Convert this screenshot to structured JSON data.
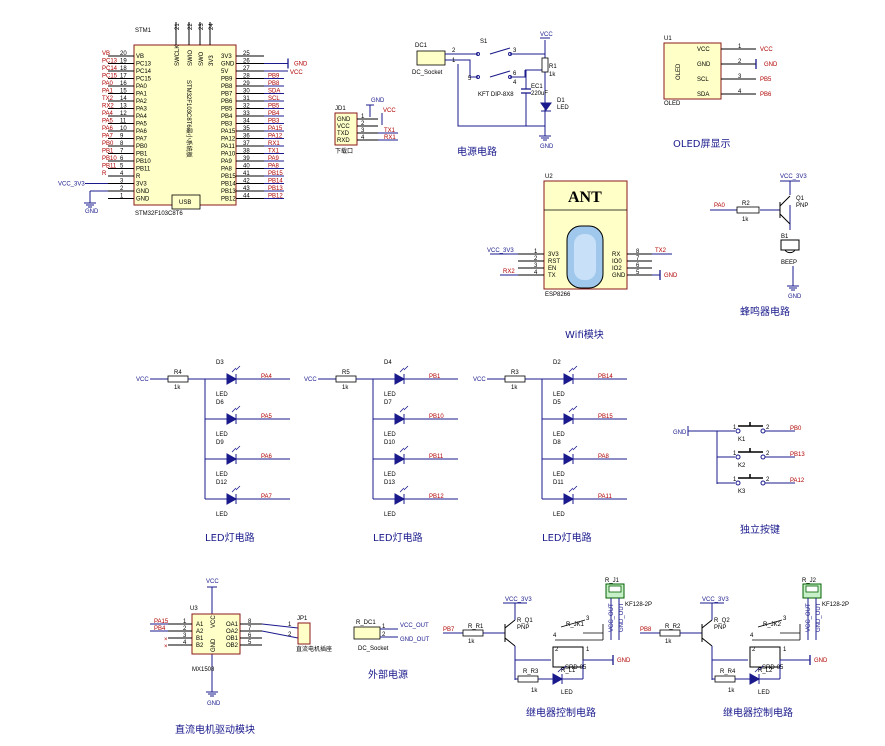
{
  "stm32": {
    "ref": "STM1",
    "part": "STM32F103C8T6",
    "usb": "USB",
    "side_text": "STM32F103C8T6最小系统板",
    "top_pins": [
      "SWCLK",
      "SWIO",
      "SWO",
      "3V3"
    ],
    "top_nums": [
      "21",
      "22",
      "23",
      "24"
    ],
    "left_pins": [
      "VB",
      "PC13",
      "PC14",
      "PC15",
      "PA0",
      "PA1",
      "PA2",
      "PA3",
      "PA4",
      "PA5",
      "PA6",
      "PA7",
      "PB0",
      "PB1",
      "PB10",
      "PB11",
      "R",
      "3V3",
      "GND",
      "GND"
    ],
    "left_nums": [
      "20",
      "19",
      "18",
      "17",
      "16",
      "15",
      "14",
      "13",
      "12",
      "11",
      "10",
      "9",
      "8",
      "7",
      "6",
      "5",
      "4",
      "3",
      "2",
      "1"
    ],
    "left_nets": [
      "VB",
      "PC13",
      "PC14",
      "PC15",
      "PA0",
      "PA1",
      "TX2",
      "RX2",
      "PA4",
      "PA5",
      "PA6",
      "PA7",
      "PB0",
      "PB1",
      "PB10",
      "PB11",
      "R",
      "VCC_3V3",
      "GND",
      ""
    ],
    "right_pins": [
      "3V3",
      "GND",
      "5V",
      "PB9",
      "PB8",
      "PB7",
      "PB6",
      "PB5",
      "PB4",
      "PB3",
      "PA15",
      "PA12",
      "PA11",
      "PA10",
      "PA9",
      "PA8",
      "PB15",
      "PB14",
      "PB13",
      "PB12"
    ],
    "right_nums": [
      "25",
      "26",
      "27",
      "28",
      "29",
      "30",
      "31",
      "32",
      "33",
      "34",
      "35",
      "36",
      "37",
      "38",
      "39",
      "40",
      "41",
      "42",
      "43",
      "44"
    ],
    "right_nets": [
      "",
      "GND",
      "VCC",
      "PB9",
      "PB8",
      "SDA",
      "SCL",
      "PB5",
      "PB4",
      "PB3",
      "PA15",
      "PA12",
      "RX1",
      "TX1",
      "PA9",
      "PA8",
      "PB15",
      "PB14",
      "PB13",
      "PB12"
    ]
  },
  "jd1": {
    "ref": "JD1",
    "part": "下载口",
    "pins": [
      "GND",
      "VCC",
      "TXD",
      "RXD"
    ],
    "nums": [
      "1",
      "2",
      "3",
      "4"
    ],
    "nets": [
      "GND",
      "VCC",
      "TX1",
      "RX1"
    ]
  },
  "power": {
    "title": "电源电路",
    "dc_ref": "DC1",
    "dc_part": "DC_Socket",
    "sw_ref": "S1",
    "sw_part": "KFT DIP-8X8",
    "r_ref": "R1",
    "r_val": "1k",
    "c_ref": "EC1",
    "c_val": "220uF",
    "d_ref": "D1",
    "d_part": "LED",
    "vcc": "VCC",
    "gnd": "GND",
    "pins": [
      "2",
      "1",
      "3",
      "5",
      "6",
      "4"
    ]
  },
  "oled": {
    "title": "OLED屏显示",
    "ref": "U1",
    "name": "OLED",
    "part": "OLED",
    "pins": [
      "VCC",
      "GND",
      "SCL",
      "SDA"
    ],
    "nums": [
      "1",
      "2",
      "3",
      "4"
    ],
    "nets": [
      "VCC",
      "GND",
      "PB5",
      "PB6"
    ]
  },
  "wifi": {
    "title": "Wifi模块",
    "ref": "U2",
    "ant": "ANT",
    "part": "ESP8266",
    "left_pins": [
      "3V3",
      "RST",
      "EN",
      "TX"
    ],
    "left_nums": [
      "1",
      "2",
      "3",
      "4"
    ],
    "right_pins": [
      "RX",
      "IO0",
      "IO2",
      "GND"
    ],
    "right_nums": [
      "8",
      "7",
      "6",
      "5"
    ],
    "nets": {
      "vcc": "VCC_3V3",
      "tx": "RX2",
      "rx": "TX2",
      "gnd": "GND"
    }
  },
  "buzzer": {
    "title": "蜂鸣器电路",
    "vcc": "VCC_3V3",
    "q_ref": "Q1",
    "q_part": "PNP",
    "r_ref": "R2",
    "r_val": "1k",
    "net": "PA0",
    "b_ref": "B1",
    "b_part": "BEEP",
    "gnd": "GND"
  },
  "led_groups": [
    {
      "title": "LED灯电路",
      "r_ref": "R4",
      "r_val": "1k",
      "vcc": "VCC",
      "leds": [
        {
          "ref": "D3",
          "net": "PA4"
        },
        {
          "ref": "D6",
          "net": "PA5"
        },
        {
          "ref": "D9",
          "net": "PA6"
        },
        {
          "ref": "D12",
          "net": "PA7"
        }
      ]
    },
    {
      "title": "LED灯电路",
      "r_ref": "R5",
      "r_val": "1k",
      "vcc": "VCC",
      "leds": [
        {
          "ref": "D4",
          "net": "PB1"
        },
        {
          "ref": "D7",
          "net": "PB10"
        },
        {
          "ref": "D10",
          "net": "PB11"
        },
        {
          "ref": "D13",
          "net": "PB12"
        }
      ]
    },
    {
      "title": "LED灯电路",
      "r_ref": "R3",
      "r_val": "1k",
      "vcc": "VCC",
      "leds": [
        {
          "ref": "D2",
          "net": "PB14"
        },
        {
          "ref": "D5",
          "net": "PB15"
        },
        {
          "ref": "D8",
          "net": "PA8"
        },
        {
          "ref": "D11",
          "net": "PA11"
        }
      ]
    }
  ],
  "led_label": "LED",
  "keys": {
    "title": "独立按键",
    "gnd": "GND",
    "items": [
      {
        "ref": "K1",
        "net": "PB0"
      },
      {
        "ref": "K2",
        "net": "PB13"
      },
      {
        "ref": "K3",
        "net": "PA12"
      }
    ],
    "n1": "1",
    "n2": "2"
  },
  "motor": {
    "title": "直流电机驱动模块",
    "ref": "U3",
    "part": "MX1508",
    "vcc": "VCC",
    "gnd": "GND",
    "left_pins": [
      "A1",
      "A2",
      "B1",
      "B2"
    ],
    "left_nums": [
      "1",
      "2",
      "3",
      "4"
    ],
    "left_nets": [
      "PA15",
      "PB4",
      "",
      ""
    ],
    "right_pins": [
      "OA1",
      "OA2",
      "OB1",
      "OB2"
    ],
    "right_nums": [
      "8",
      "7",
      "6",
      "5"
    ],
    "vcc_pin": "VCC",
    "gnd_pin": "GND",
    "jp_ref": "JP1",
    "jp_part": "直流电机插座",
    "jp_nums": [
      "1",
      "2"
    ]
  },
  "ext_power": {
    "title": "外部电源",
    "ref": "R_DC1",
    "part": "DC_Socket",
    "nets": [
      "VCC_OUT",
      "GND_OUT"
    ],
    "nums": [
      "1",
      "2"
    ]
  },
  "relays": [
    {
      "title": "继电器控制电路",
      "net": "PB7",
      "r1_ref": "R_R1",
      "r1_val": "1k",
      "q_ref": "R_Q1",
      "q_part": "PNP",
      "vcc": "VCC_3V3",
      "jk_ref": "R_JK1",
      "jk_part": "SRD-05",
      "r3_ref": "R_R3",
      "r3_val": "1k",
      "l_ref": "R_L1",
      "l_part": "LED",
      "j_ref": "R_J1",
      "j_part": "KF128-2P",
      "gnd": "GND",
      "out1": "VCC_OUT",
      "out2": "GND_OUT"
    },
    {
      "title": "继电器控制电路",
      "net": "PB8",
      "r1_ref": "R_R2",
      "r1_val": "1k",
      "q_ref": "R_Q2",
      "q_part": "PNP",
      "vcc": "VCC_3V3",
      "jk_ref": "R_JK2",
      "jk_part": "SRD-05",
      "r3_ref": "R_R4",
      "r3_val": "1k",
      "l_ref": "R_L2",
      "l_part": "LED",
      "j_ref": "R_J2",
      "j_part": "KF128-2P",
      "gnd": "GND",
      "out1": "VCC_OUT",
      "out2": "GND_OUT"
    }
  ],
  "colors": {
    "wire": "#1a1a8c",
    "body": "#ffffc8",
    "outline": "#8b1a1a",
    "net": "#b00000"
  }
}
